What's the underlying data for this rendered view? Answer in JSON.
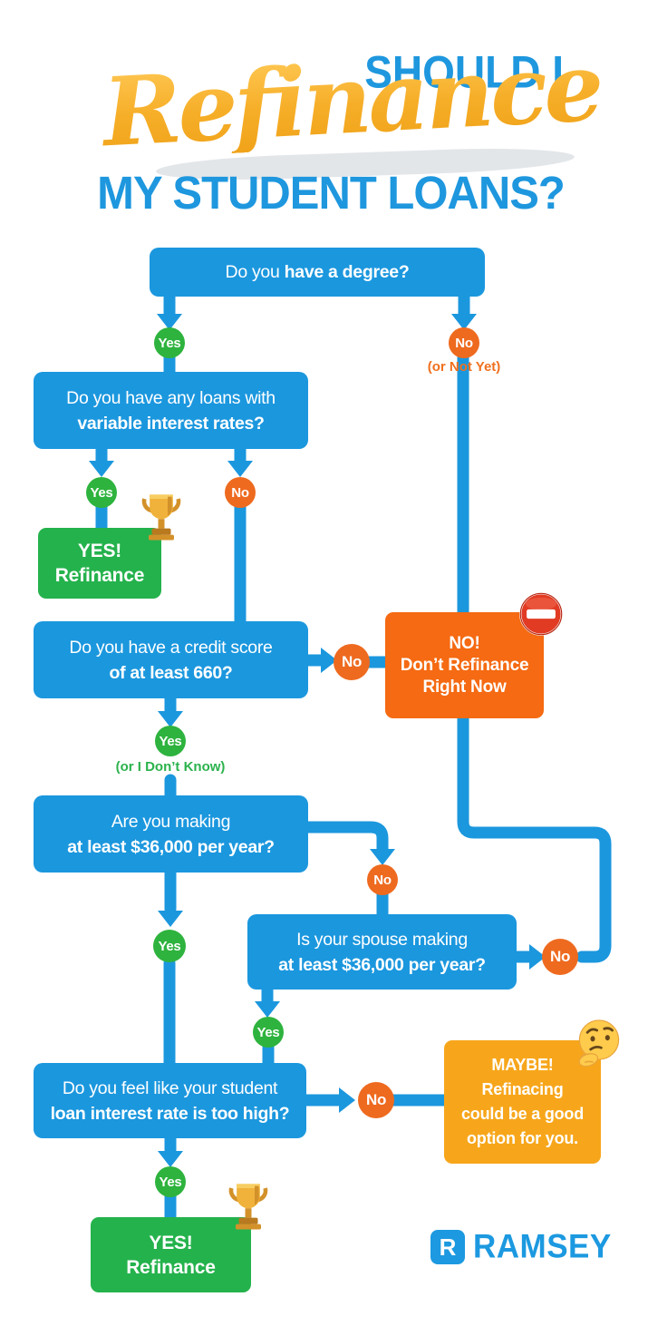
{
  "title": {
    "line1": "SHOULD I",
    "script": "Refinance",
    "line2": "MY STUDENT LOANS?"
  },
  "colors": {
    "flow_blue": "#1B97DE",
    "title_blue": "#1E97DE",
    "script_gradient_top": "#FFC854",
    "script_gradient_bottom": "#F0A31A",
    "yes_green": "#2EB33E",
    "result_green": "#24B24C",
    "no_orange": "#EE6A1F",
    "result_orange": "#F56A12",
    "maybe_yellow": "#F7A61B",
    "swoosh_gray": "#E3E6E9",
    "logo_blue": "#1C99E0"
  },
  "questions": {
    "degree": {
      "regular": "Do you ",
      "bold": "have a degree?"
    },
    "variable": {
      "regular": "Do you have any loans with",
      "bold": "variable interest rates?"
    },
    "credit": {
      "regular": "Do you have a credit score",
      "bold": "of at least 660?"
    },
    "income": {
      "regular": "Are you making",
      "bold": "at least $36,000 per year?"
    },
    "spouse": {
      "regular": "Is your spouse making",
      "bold": "at least $36,000 per year?"
    },
    "rate": {
      "regular": "Do you feel like your student",
      "bold": "loan interest rate is too high?"
    }
  },
  "answers": {
    "yes": "Yes",
    "no": "No",
    "or_not_yet": "(or Not Yet)",
    "or_dont_know": "(or I Don’t Know)"
  },
  "results": {
    "refinance_top": {
      "line1": "YES!",
      "line2": "Refinance"
    },
    "dont_refinance": {
      "line1": "NO!",
      "line2": "Don’t Refinance",
      "line3": "Right Now"
    },
    "maybe": {
      "line1": "MAYBE!",
      "line2": "Refinacing",
      "line3": "could be a good",
      "line4": "option for you."
    },
    "refinance_bottom": {
      "line1": "YES!",
      "line2": "Refinance"
    }
  },
  "icons": {
    "trophy_top": "trophy-icon",
    "no_entry": "no-entry-icon",
    "thinking": "thinking-face-icon",
    "trophy_bottom": "trophy-icon"
  },
  "logo": {
    "mark": "R",
    "text": "RAMSEY"
  }
}
